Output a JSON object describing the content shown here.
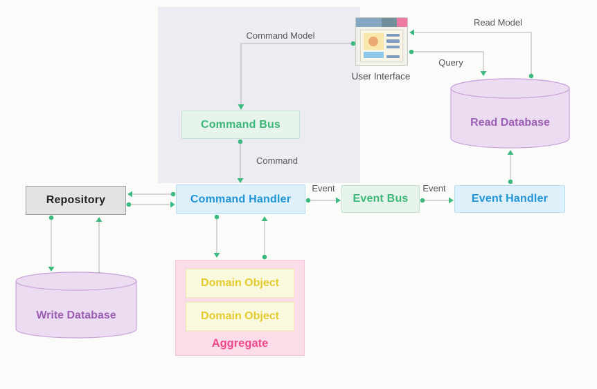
{
  "diagram": {
    "nodes": {
      "user_interface": {
        "label": "User Interface"
      },
      "command_bus": {
        "label": "Command Bus"
      },
      "command_handler": {
        "label": "Command Handler"
      },
      "repository": {
        "label": "Repository"
      },
      "write_database": {
        "label": "Write Database"
      },
      "read_database": {
        "label": "Read Database"
      },
      "event_bus": {
        "label": "Event Bus"
      },
      "event_handler": {
        "label": "Event Handler"
      },
      "aggregate": {
        "label": "Aggregate",
        "domain_objects": [
          "Domain Object",
          "Domain Object"
        ]
      }
    },
    "edge_labels": {
      "command_model": "Command Model",
      "command": "Command",
      "query": "Query",
      "read_model": "Read Model",
      "event_to_bus": "Event",
      "event_to_handler": "Event"
    },
    "icons": {
      "user_interface": "browser-window-icon"
    },
    "colors": {
      "accent_green": "#3dba80",
      "green_box_bg": "#e6f4ec",
      "green_text": "#3bb878",
      "blue_box_bg": "#def0f9",
      "blue_text": "#2095d5",
      "purple_db_bg": "#ecdcf2",
      "purple_db_border": "#c9a2d8",
      "purple_text": "#9d5fb3",
      "pink_box_bg": "#fbdde9",
      "pink_text": "#f1498e",
      "yellow_box_bg": "#fbf9dd",
      "yellow_text": "#e2cb2d",
      "gray_box_bg": "#e3e3e3",
      "wire_gray": "#b2b2b2",
      "label_gray": "#54585b",
      "panel_bg": "#edecf2",
      "page_bg": "#fbfbfa"
    }
  }
}
